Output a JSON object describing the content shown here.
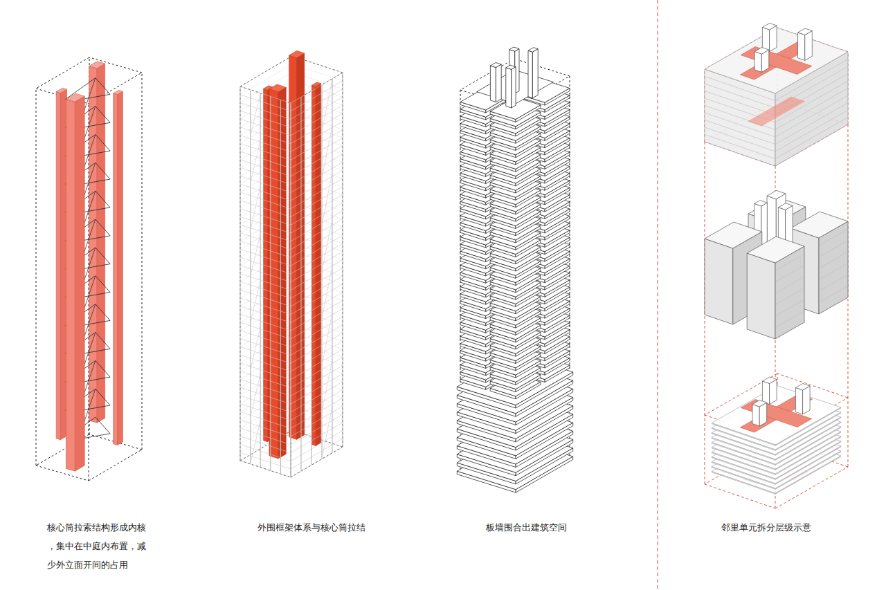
{
  "diagram": {
    "labels": [
      "核心筒拉索结构形成内核 ，集中在中庭内布置，减 少外立面开间的占用",
      "外围框架体系与核心筒拉结",
      "板墙围合出建筑空间",
      "邻里单元拆分层级示意"
    ]
  }
}
